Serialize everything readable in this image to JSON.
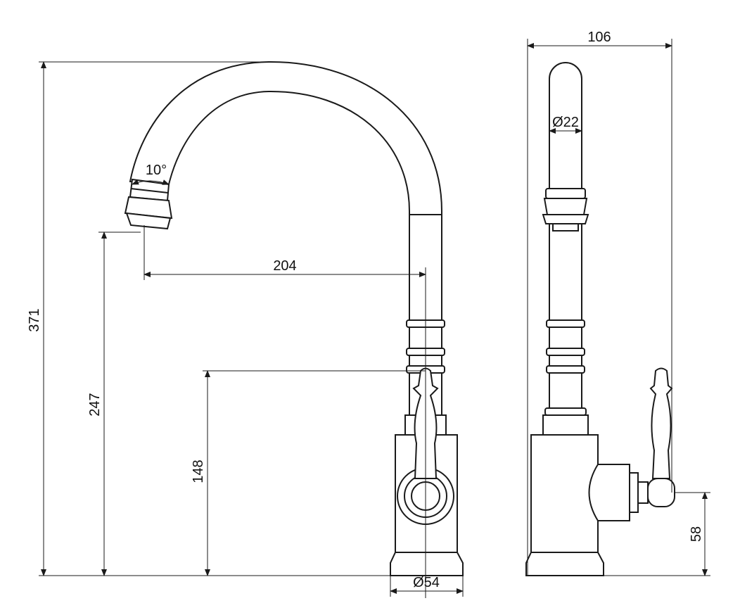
{
  "drawing": {
    "front_view": {
      "total_height": "371",
      "outlet_height": "247",
      "handle_height": "148",
      "spout_reach": "204",
      "base_diameter": "Ø54",
      "spout_angle": "10°"
    },
    "side_view": {
      "total_width": "106",
      "spout_diameter": "Ø22",
      "connector_height": "58"
    }
  }
}
